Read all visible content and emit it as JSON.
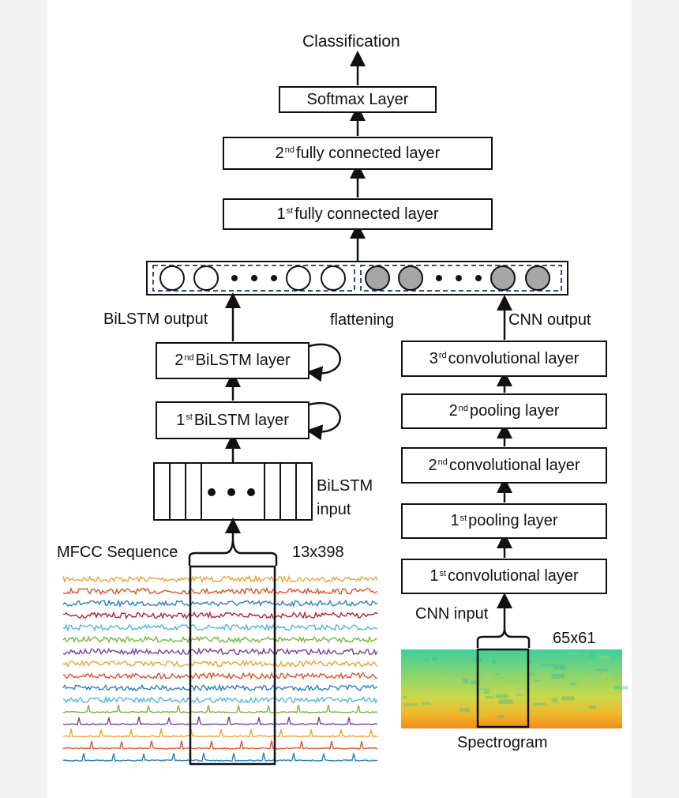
{
  "top": {
    "classification": "Classification",
    "softmax": "Softmax Layer"
  },
  "fc2": {
    "num": "2",
    "sup": "nd",
    "rest": " fully connected layer"
  },
  "fc1": {
    "num": "1",
    "sup": "st",
    "rest": " fully connected layer"
  },
  "bilstm2": {
    "num": "2",
    "sup": "nd",
    "rest": " BiLSTM layer"
  },
  "bilstm1": {
    "num": "1",
    "sup": "st",
    "rest": " BiLSTM layer"
  },
  "bilstm_input": {
    "line1": "BiLSTM",
    "line2": "input"
  },
  "mfcc": {
    "label": "MFCC Sequence",
    "dims": "13x398"
  },
  "middle": {
    "bilstm_output": "BiLSTM output",
    "flattening": "flattening",
    "cnn_output": "CNN output"
  },
  "conv3": {
    "num": "3",
    "sup": "rd",
    "rest": " convolutional layer"
  },
  "pool2": {
    "num": "2",
    "sup": "nd",
    "rest": " pooling layer"
  },
  "conv2": {
    "num": "2",
    "sup": "nd",
    "rest": " convolutional layer"
  },
  "pool1": {
    "num": "1",
    "sup": "st",
    "rest": " pooling layer"
  },
  "conv1": {
    "num": "1",
    "sup": "st",
    "rest": "  convolutional layer"
  },
  "cnn": {
    "input": "CNN input",
    "dims": "65x61",
    "spectrogram": "Spectrogram"
  },
  "colors": {
    "mfcc_lines": [
      "#e8a33a",
      "#d9532a",
      "#2f7fbf",
      "#b2223a",
      "#4fb8d8",
      "#78b843",
      "#7a3fa0",
      "#e8a33a",
      "#d9532a",
      "#2f7fbf",
      "#4fb8d8",
      "#78b843",
      "#7a3fa0",
      "#e8a33a",
      "#d9532a",
      "#2f7fbf"
    ],
    "white_node": "#ffffff",
    "gray_node": "#a6a6a6",
    "dashed_border": "#1f3a5c"
  }
}
